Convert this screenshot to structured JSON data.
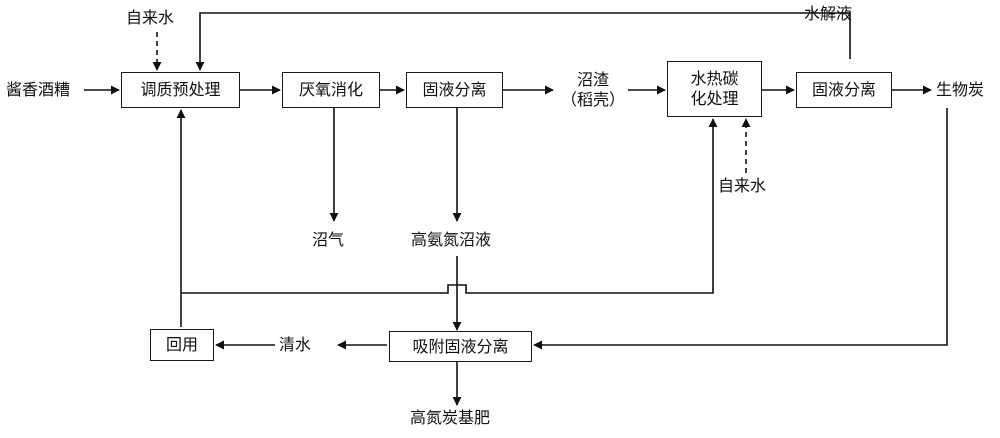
{
  "nodes": {
    "input": "酱香酒糟",
    "tap_water_top": "自来水",
    "pretreat": "调质预处理",
    "anaerobic": "厌氧消化",
    "sep1": "固液分离",
    "residue_line1": "沼渣",
    "residue_line2": "（稻壳）",
    "hydro_line1": "水热碳",
    "hydro_line2": "化处理",
    "sep2": "固液分离",
    "biochar": "生物炭",
    "hydrolysate": "水解液",
    "biogas": "沼气",
    "high_n_liquid": "高氨氮沼液",
    "tap_water_right": "自来水",
    "adsorption": "吸附固液分离",
    "clean_water": "清水",
    "reuse": "回用",
    "fertilizer": "高氮炭基肥"
  }
}
